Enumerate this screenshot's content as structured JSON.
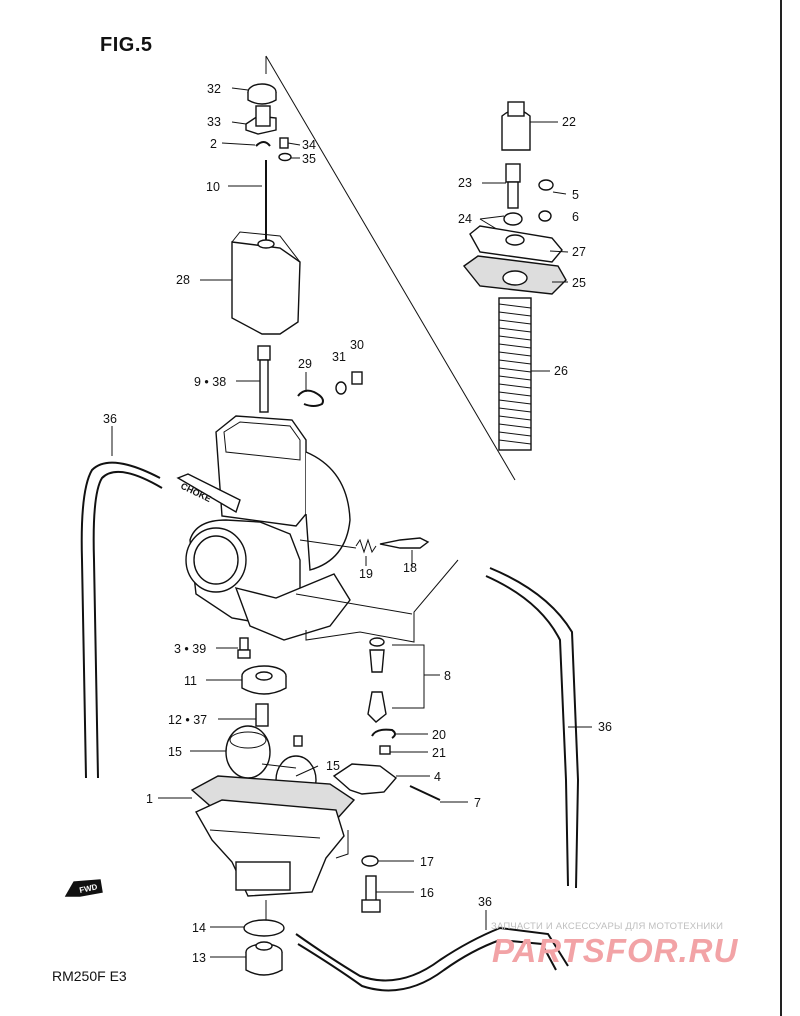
{
  "figure": {
    "title": "FIG.5",
    "model": "RM250F  E3"
  },
  "watermark": {
    "tagline": "ЗАПЧАСТИ И АКСЕССУАРЫ ДЛЯ МОТОТЕХНИКИ",
    "brand": "PARTSFOR.RU"
  },
  "annotations": {
    "choke": "CHOKE",
    "fwd": "FWD"
  },
  "labels": {
    "l32": "32",
    "l33": "33",
    "l2": "2",
    "l34": "34",
    "l35": "35",
    "l10": "10",
    "l28": "28",
    "l9_38": "9 • 38",
    "l29": "29",
    "l31": "31",
    "l30": "30",
    "l36a": "36",
    "l36b": "36",
    "l36c": "36",
    "l22": "22",
    "l23": "23",
    "l5": "5",
    "l24": "24",
    "l6": "6",
    "l27": "27",
    "l25": "25",
    "l26": "26",
    "l19": "19",
    "l18": "18",
    "l3_39": "3 • 39",
    "l11": "11",
    "l12_37": "12 • 37",
    "l15a": "15",
    "l15b": "15",
    "l8": "8",
    "l20": "20",
    "l21": "21",
    "l4": "4",
    "l7": "7",
    "l1": "1",
    "l17": "17",
    "l16": "16",
    "l14": "14",
    "l13": "13"
  }
}
